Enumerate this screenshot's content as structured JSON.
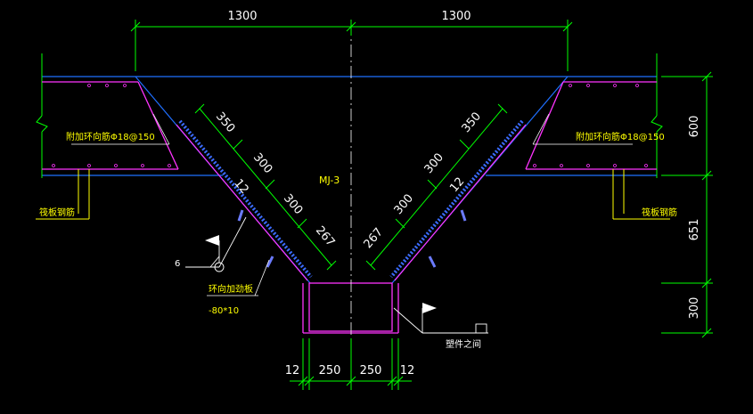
{
  "dimensions": {
    "top_left": "1300",
    "top_right": "1300",
    "right_slab": "600",
    "right_mid": "651",
    "right_bottom": "300",
    "slope_left": [
      "350",
      "300",
      "300",
      "267"
    ],
    "slope_left_thk": "12",
    "slope_right": [
      "350",
      "300",
      "300",
      "267"
    ],
    "slope_right_thk": "12",
    "bottom": [
      "12",
      "250",
      "250",
      "12"
    ]
  },
  "labels": {
    "mark": "MJ-3",
    "rebar_left": "附加环向筋Φ18@150",
    "rebar_right": "附加环向筋Φ18@150",
    "slab_rebar_left": "筏板钢筋",
    "slab_rebar_right": "筏板钢筋",
    "ring_plate": "环向加劲板",
    "ring_plate_size": "-80*10",
    "weld_number": "6",
    "weld_note": "塑件之间"
  },
  "colors": {
    "background": "#000000",
    "dimension": "#00ff00",
    "concrete": "#1f6fff",
    "rebar": "#ff33ff",
    "label": "#ffff00",
    "text": "#ffffff"
  }
}
